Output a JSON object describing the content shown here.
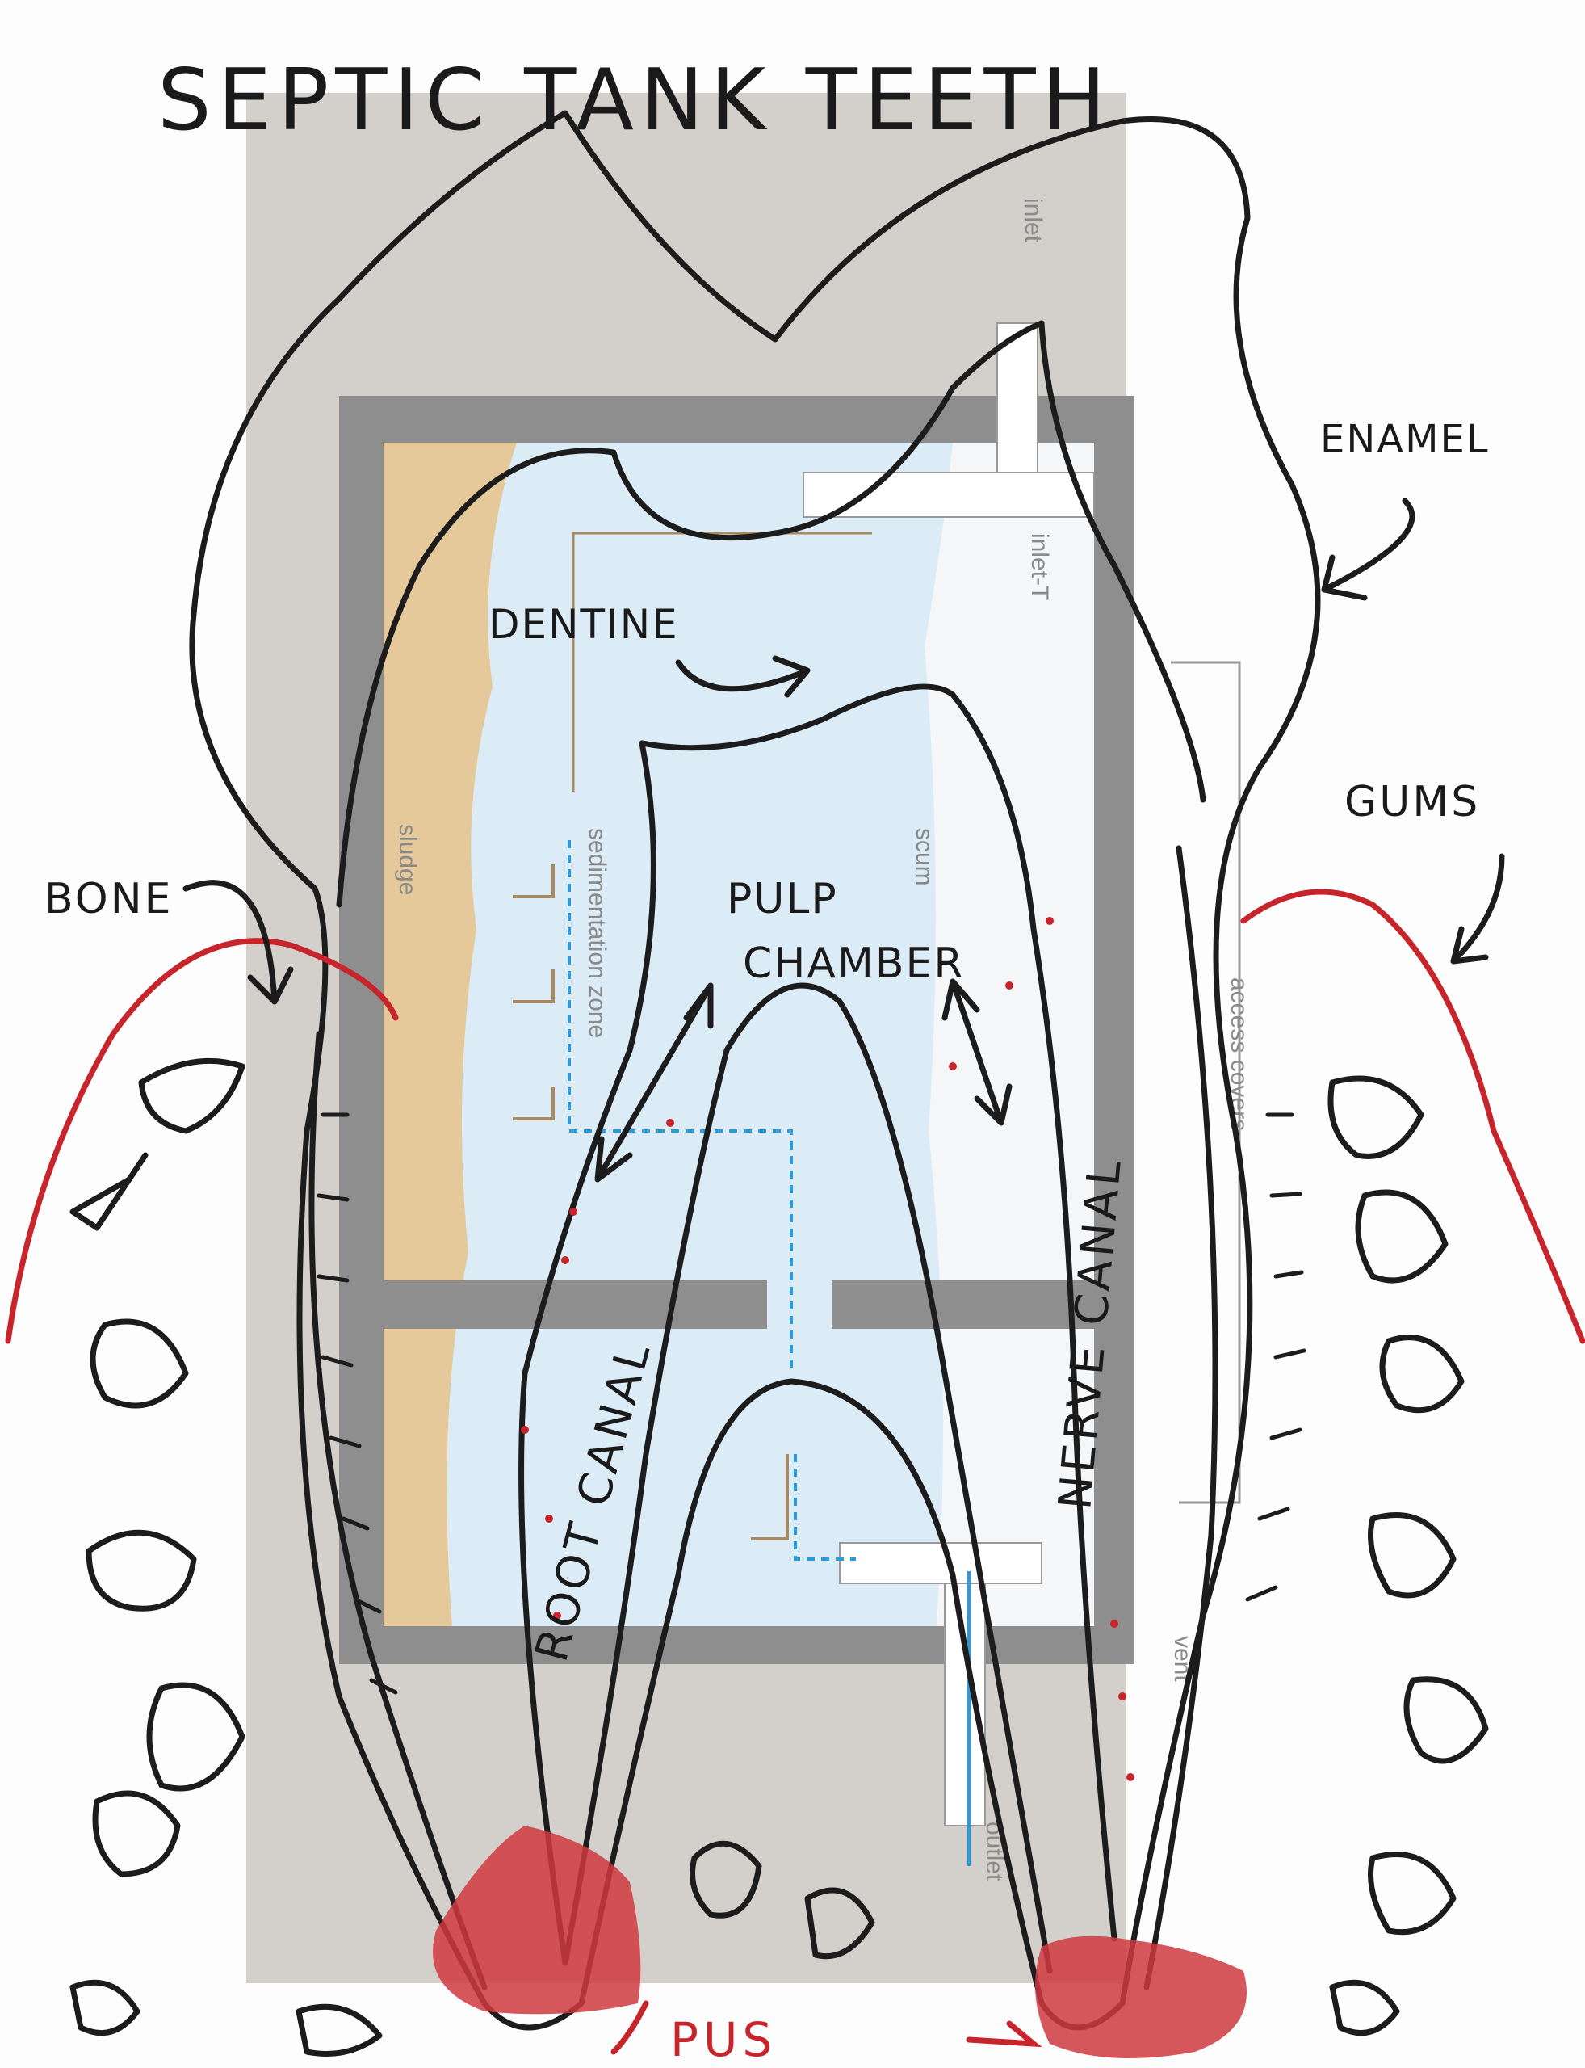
{
  "title": "SEPTIC TANK TEETH",
  "tank_labels": {
    "inlet": "inlet",
    "inlet_t": "inlet-T",
    "sludge": "sludge",
    "sedimentation_zone": "sedimentation zone",
    "scum": "scum",
    "access_covers": "access covers",
    "vent": "vent",
    "outlet": "outlet"
  },
  "tooth_labels": {
    "enamel": "ENAMEL",
    "dentine": "DENTINE",
    "gums": "GUMS",
    "bone": "BONE",
    "pulp_chamber_1": "PULP",
    "pulp_chamber_2": "CHAMBER",
    "root_canal": "ROOT CANAL",
    "nerve_canal": "NERVE CANAL",
    "pus": "PUS"
  },
  "colors": {
    "ink": "#1c1c1c",
    "red_ink": "#c8242b",
    "tank_wall": "#8e8e8e",
    "tank_bg": "#d3d0cb",
    "water": "#d9ebf7",
    "sludge": "#e3c79a",
    "flow_arrow": "#2b9be0",
    "sludge_arrow": "#a88a62"
  }
}
